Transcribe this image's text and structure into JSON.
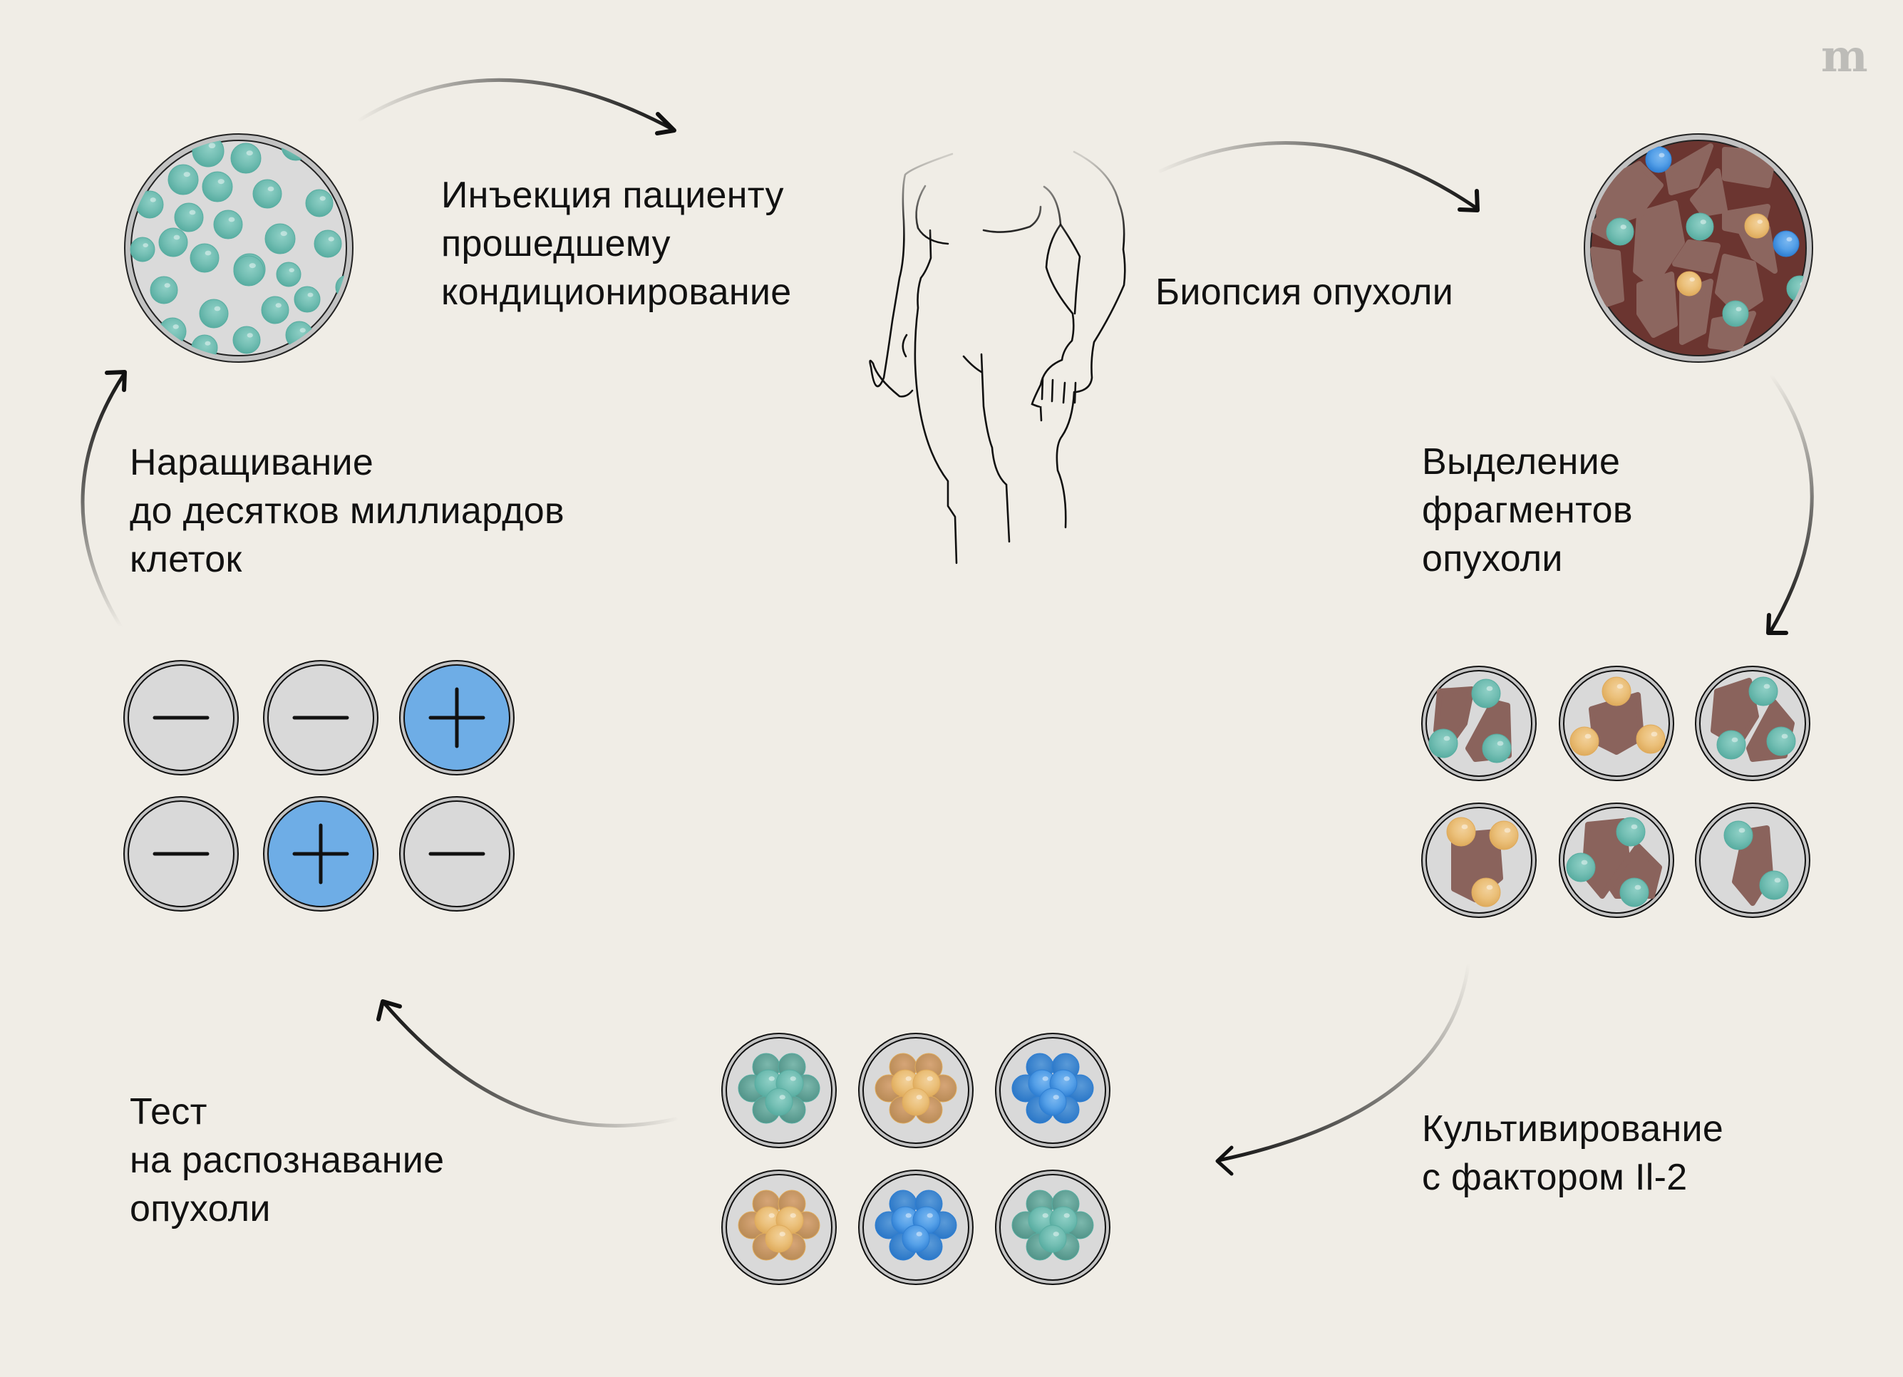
{
  "title": "Adoptive T-cell therapy cycle",
  "logo": {
    "text": "m",
    "color": "#bdbcb8"
  },
  "colors": {
    "background": "#f0ede6",
    "teal_cell": "#5fb3a8",
    "orange_cell": "#e8b86a",
    "blue_cell": "#3a8fe0",
    "tumor_tissue": "#8a635c",
    "tumor_matrix": "#6b3530",
    "dish_fill": "#d9d9d9",
    "positive_well": "#6eade6"
  },
  "steps": [
    {
      "id": "injection",
      "lines": [
        "Инъекция пациенту",
        "прошедшему",
        "кондиционирование"
      ]
    },
    {
      "id": "biopsy",
      "lines": [
        "Биопсия опухоли"
      ]
    },
    {
      "id": "fragments",
      "lines": [
        "Выделение",
        "фрагментов",
        "опухоли"
      ]
    },
    {
      "id": "culture",
      "lines": [
        "Культивирование",
        "с фактором Il-2"
      ]
    },
    {
      "id": "test",
      "lines": [
        "Тест",
        "на распознавание",
        "опухоли"
      ]
    },
    {
      "id": "expansion",
      "lines": [
        "Наращивание",
        "до десятков миллиардов",
        "клеток"
      ]
    }
  ],
  "test_wells": [
    {
      "result": "negative",
      "symbol": "—"
    },
    {
      "result": "negative",
      "symbol": "—"
    },
    {
      "result": "positive",
      "symbol": "+"
    },
    {
      "result": "negative",
      "symbol": "—"
    },
    {
      "result": "positive",
      "symbol": "+"
    },
    {
      "result": "negative",
      "symbol": "—"
    }
  ],
  "fragment_dishes": [
    {
      "cell_color": "teal",
      "cells": 3
    },
    {
      "cell_color": "orange",
      "cells": 3
    },
    {
      "cell_color": "teal",
      "cells": 3
    },
    {
      "cell_color": "orange",
      "cells": 3
    },
    {
      "cell_color": "teal",
      "cells": 3
    },
    {
      "cell_color": "teal",
      "cells": 2
    }
  ],
  "culture_dishes": [
    {
      "cell_color": "teal"
    },
    {
      "cell_color": "orange"
    },
    {
      "cell_color": "blue"
    },
    {
      "cell_color": "orange"
    },
    {
      "cell_color": "blue"
    },
    {
      "cell_color": "teal"
    }
  ]
}
